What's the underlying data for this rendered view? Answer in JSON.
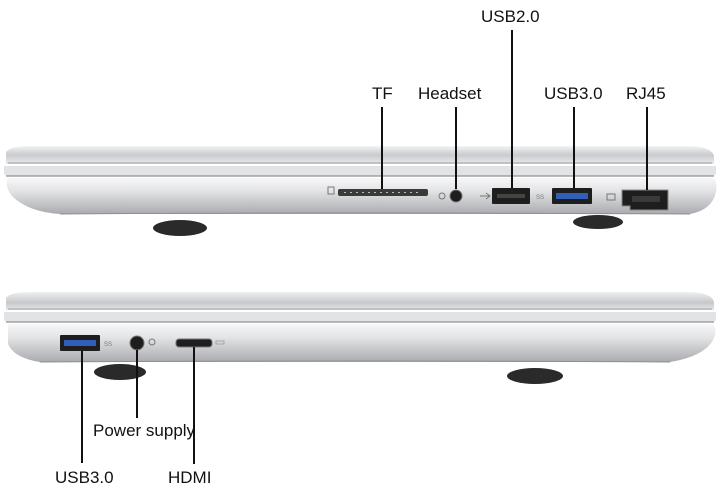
{
  "ports_right": {
    "tf": "TF",
    "headset": "Headset",
    "usb2": "USB2.0",
    "usb3": "USB3.0",
    "rj45": "RJ45"
  },
  "ports_left": {
    "usb3": "USB3.0",
    "power": "Power supply",
    "hdmi": "HDMI"
  },
  "colors": {
    "chassis": "#d9dadc",
    "usb3_blue": "#2f5fb8",
    "port_dark": "#1e1e1e",
    "foot": "#2a2a2a"
  },
  "icons": [
    "sd-card-icon",
    "headphone-icon",
    "usb-icon",
    "ss-usb-icon",
    "network-icon",
    "power-icon",
    "hdmi-icon"
  ]
}
